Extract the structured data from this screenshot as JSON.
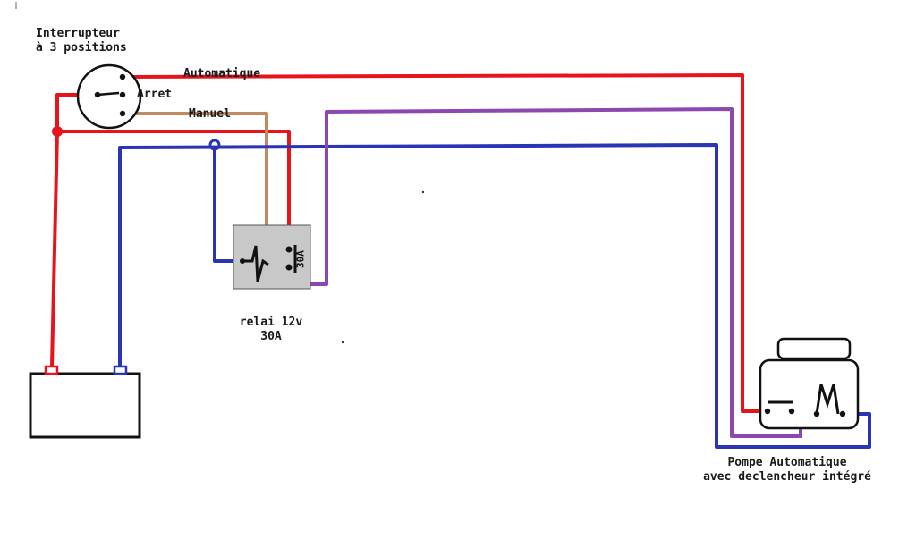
{
  "labels": {
    "switch_line1": "Interrupteur",
    "switch_line2": "à 3 positions",
    "pos_auto": "Automatique",
    "pos_arret": "Arret",
    "pos_manuel": "Manuel",
    "relay_line1": "relai 12v",
    "relay_line2": "30A",
    "relay_rating": "30A",
    "pump_line1": "Pompe Automatique",
    "pump_line2": "avec declencheur intégré"
  },
  "colors": {
    "red_wire": "#e8141c",
    "blue_wire": "#2a35b5",
    "brown_wire": "#c08a63",
    "purple_wire": "#8d47b0",
    "relay_fill": "#c8c8c8",
    "outline": "#111111"
  }
}
